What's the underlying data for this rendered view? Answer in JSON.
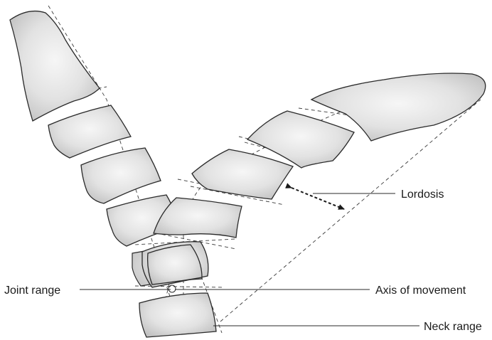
{
  "labels": {
    "lordosis": "Lordosis",
    "joint_range": "Joint range",
    "axis_of_movement": "Axis of movement",
    "neck_range": "Neck range"
  },
  "colors": {
    "bone_fill_light": "#f4f4f4",
    "bone_fill_dark": "#c9c9c9",
    "outline": "#2a2a2a",
    "text": "#1a1a1a"
  }
}
